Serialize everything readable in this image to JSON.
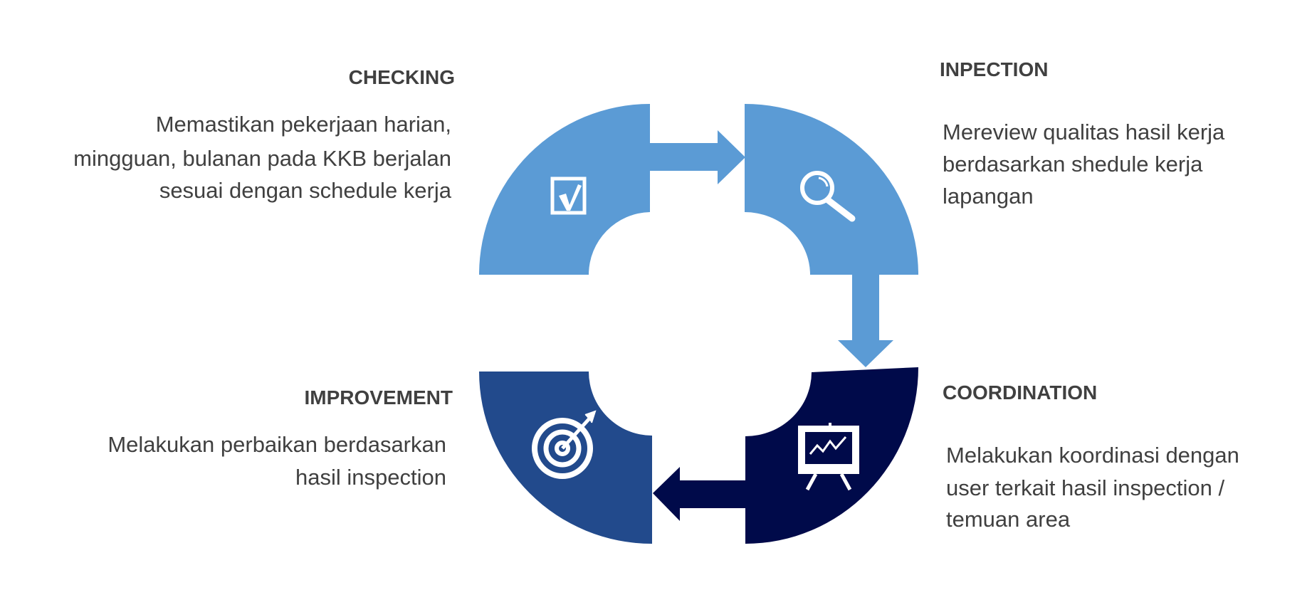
{
  "colors": {
    "light_blue": "#5B9BD5",
    "mid_blue": "#224A8C",
    "navy": "#000A4A",
    "text": "#404040"
  },
  "steps": [
    {
      "title": "CHECKING",
      "icon": "checkbox-icon",
      "lines": [
        "Memastikan pekerjaan harian,",
        "mingguan, bulanan pada KKB berjalan",
        "sesuai dengan schedule kerja"
      ]
    },
    {
      "title": "INPECTION",
      "icon": "magnifier-icon",
      "lines": [
        "Mereview qualitas hasil kerja",
        "berdasarkan shedule kerja",
        "lapangan"
      ]
    },
    {
      "title": "COORDINATION",
      "icon": "presentation-easel-icon",
      "lines": [
        "Melakukan koordinasi dengan",
        "user terkait hasil inspection /",
        "temuan area"
      ]
    },
    {
      "title": "IMPROVEMENT",
      "icon": "target-arrow-icon",
      "lines": [
        "Melakukan perbaikan berdasarkan",
        "hasil inspection"
      ]
    }
  ]
}
